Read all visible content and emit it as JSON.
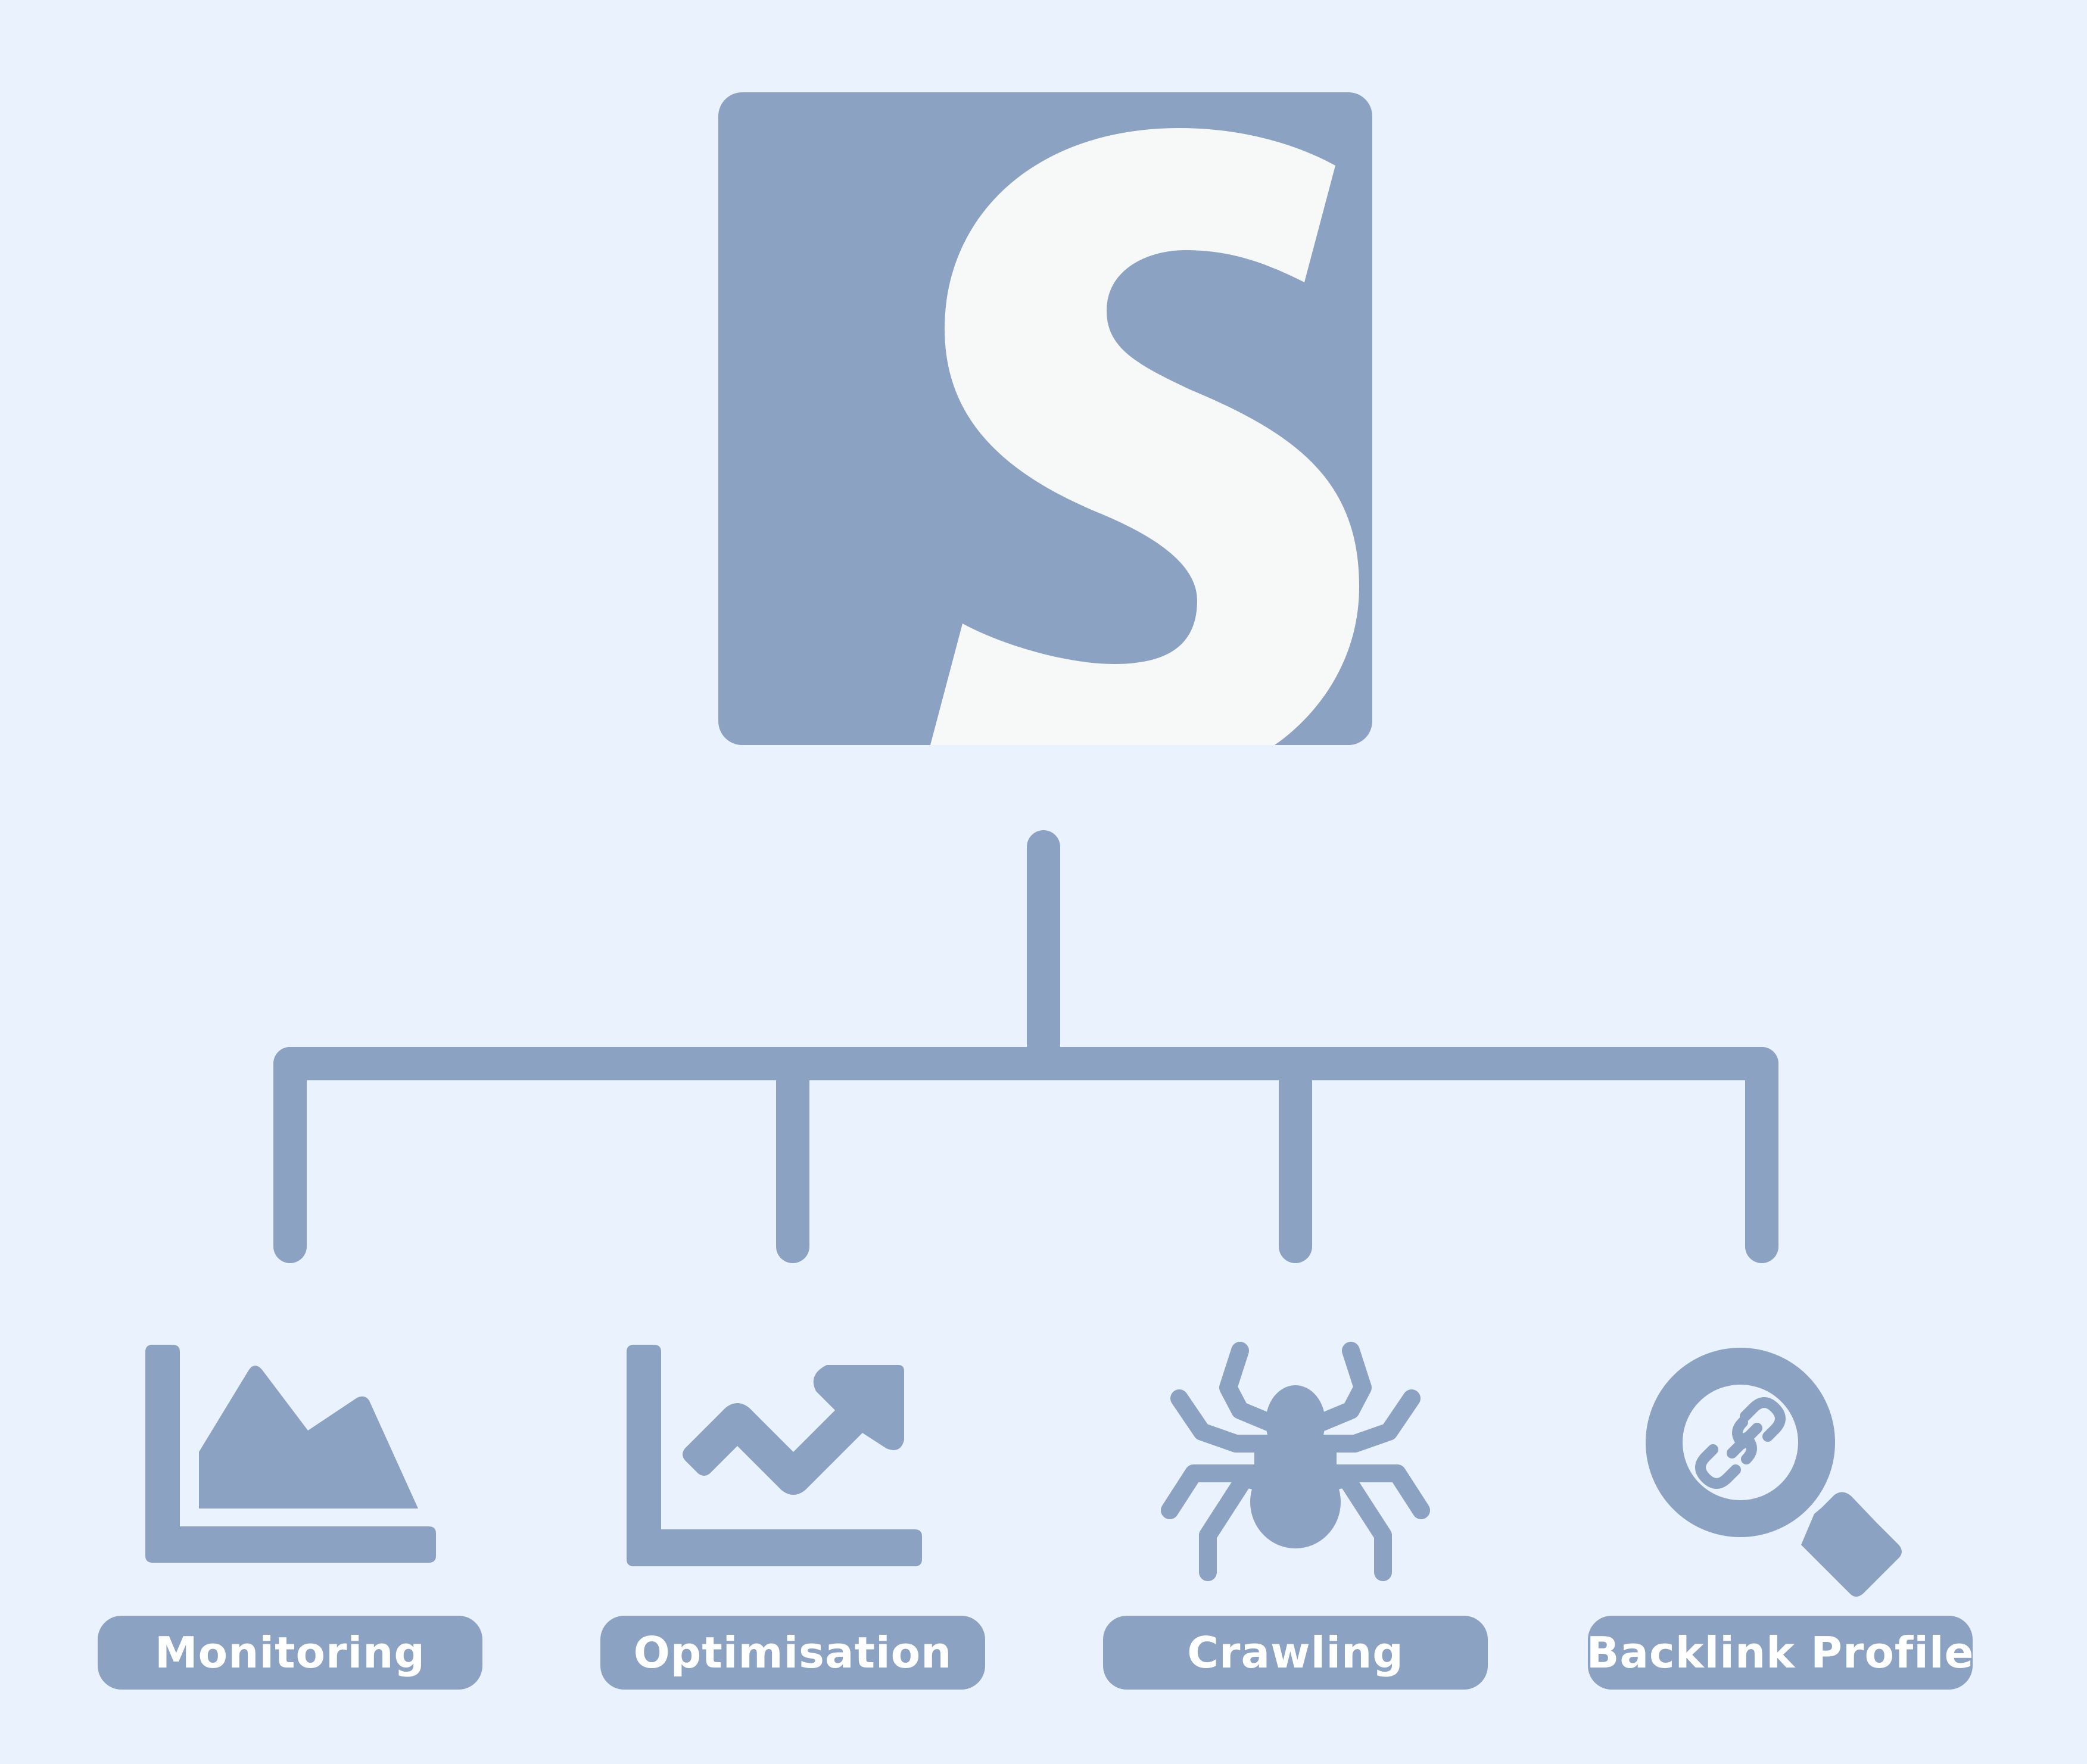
{
  "colors": {
    "background": "#e9f2fd",
    "accent": "#8ca2c2",
    "logo_letter": "#f7f9f9",
    "label_text": "#ffffff"
  },
  "logo": {
    "letter": "S",
    "icon": "s-logo"
  },
  "branches": [
    {
      "label": "Monitoring",
      "icon": "area-chart-icon"
    },
    {
      "label": "Optimisation",
      "icon": "trend-up-chart-icon"
    },
    {
      "label": "Crawling",
      "icon": "spider-icon"
    },
    {
      "label": "Backlink Profile",
      "icon": "link-search-icon"
    }
  ]
}
